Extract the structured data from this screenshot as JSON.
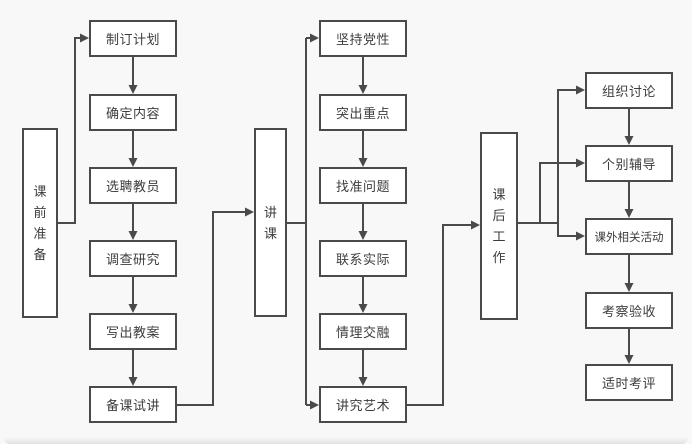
{
  "flowchart": {
    "stages": {
      "pre": {
        "label": "课前准备"
      },
      "lecture": {
        "label": "讲课"
      },
      "post": {
        "label": "课后工作"
      }
    },
    "pre_steps": [
      "制订计划",
      "确定内容",
      "选聘教员",
      "调查研究",
      "写出教案",
      "备课试讲"
    ],
    "lecture_steps": [
      "坚持党性",
      "突出重点",
      "找准问题",
      "联系实际",
      "情理交融",
      "讲究艺术"
    ],
    "post_steps": [
      "组织讨论",
      "个别辅导",
      "课外相关活动",
      "考察验收",
      "适时考评"
    ],
    "colors": {
      "background": "#f8f8f8",
      "box_fill": "#ffffff",
      "box_border": "#4a4a4a",
      "line": "#4a4a4a",
      "text": "#3d3d3d"
    }
  }
}
